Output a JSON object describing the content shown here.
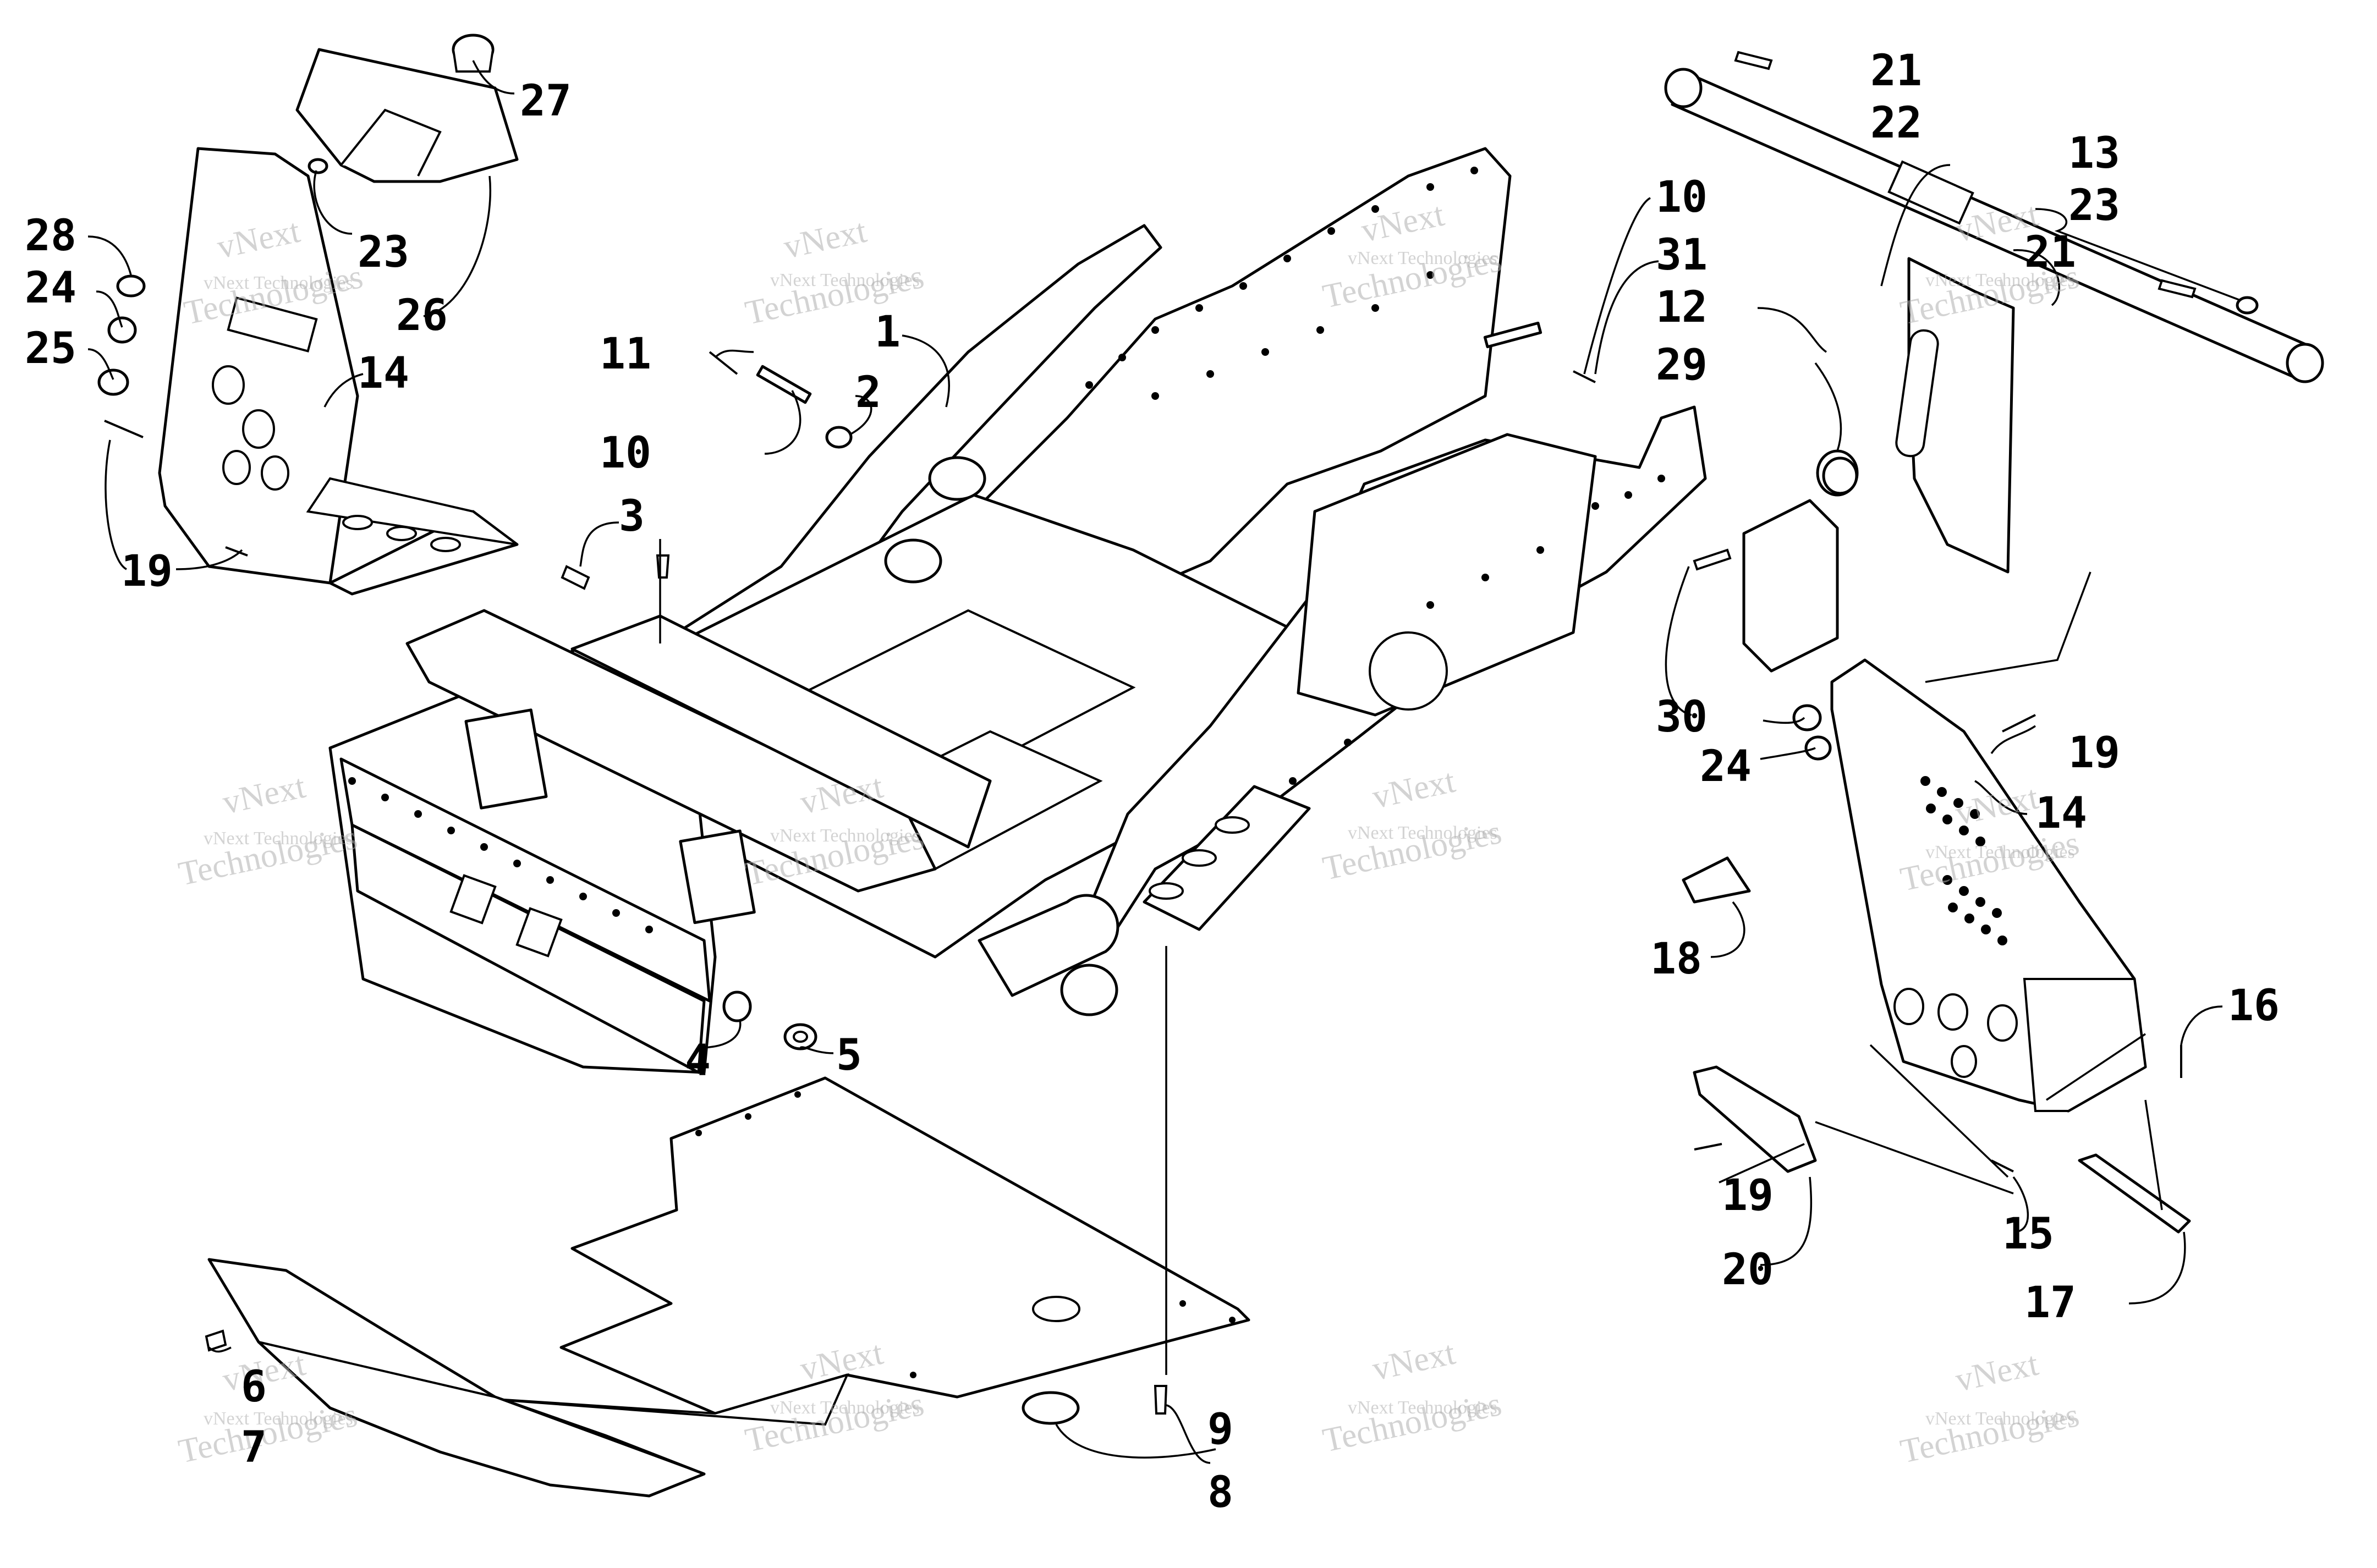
{
  "callouts": [
    "1",
    "2",
    "3",
    "4",
    "5",
    "6",
    "7",
    "8",
    "9",
    "10",
    "10",
    "11",
    "12",
    "13",
    "14",
    "14",
    "15",
    "16",
    "17",
    "18",
    "19",
    "19",
    "19",
    "20",
    "21",
    "21",
    "22",
    "23",
    "23",
    "24",
    "24",
    "25",
    "26",
    "27",
    "28",
    "29",
    "30",
    "31"
  ],
  "watermark": {
    "line1": "vNext Technologies",
    "line2": "Technologies",
    "line3": "vNext"
  }
}
